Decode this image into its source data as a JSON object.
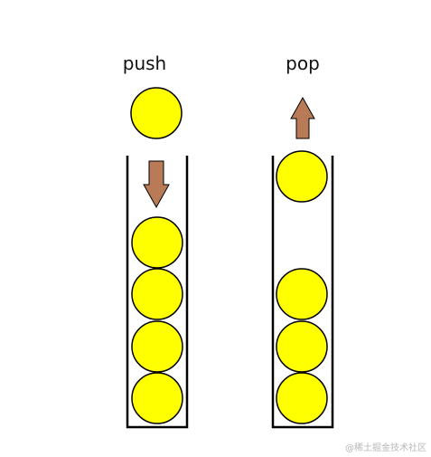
{
  "diagram": {
    "push_label": "push",
    "pop_label": "pop",
    "watermark": "@稀土掘金技术社区"
  },
  "push_stack": {
    "stacked_balls": 4,
    "incoming_ball": true,
    "arrow_direction": "down"
  },
  "pop_stack": {
    "stacked_balls": 3,
    "popping_ball": true,
    "arrow_direction": "up"
  },
  "colors": {
    "ball_fill": "#ffff00",
    "ball_stroke": "#000000",
    "arrow_fill": "#b97a57",
    "container_stroke": "#000000"
  },
  "icons": {
    "ball": "circle",
    "arrow": "block-arrow"
  }
}
